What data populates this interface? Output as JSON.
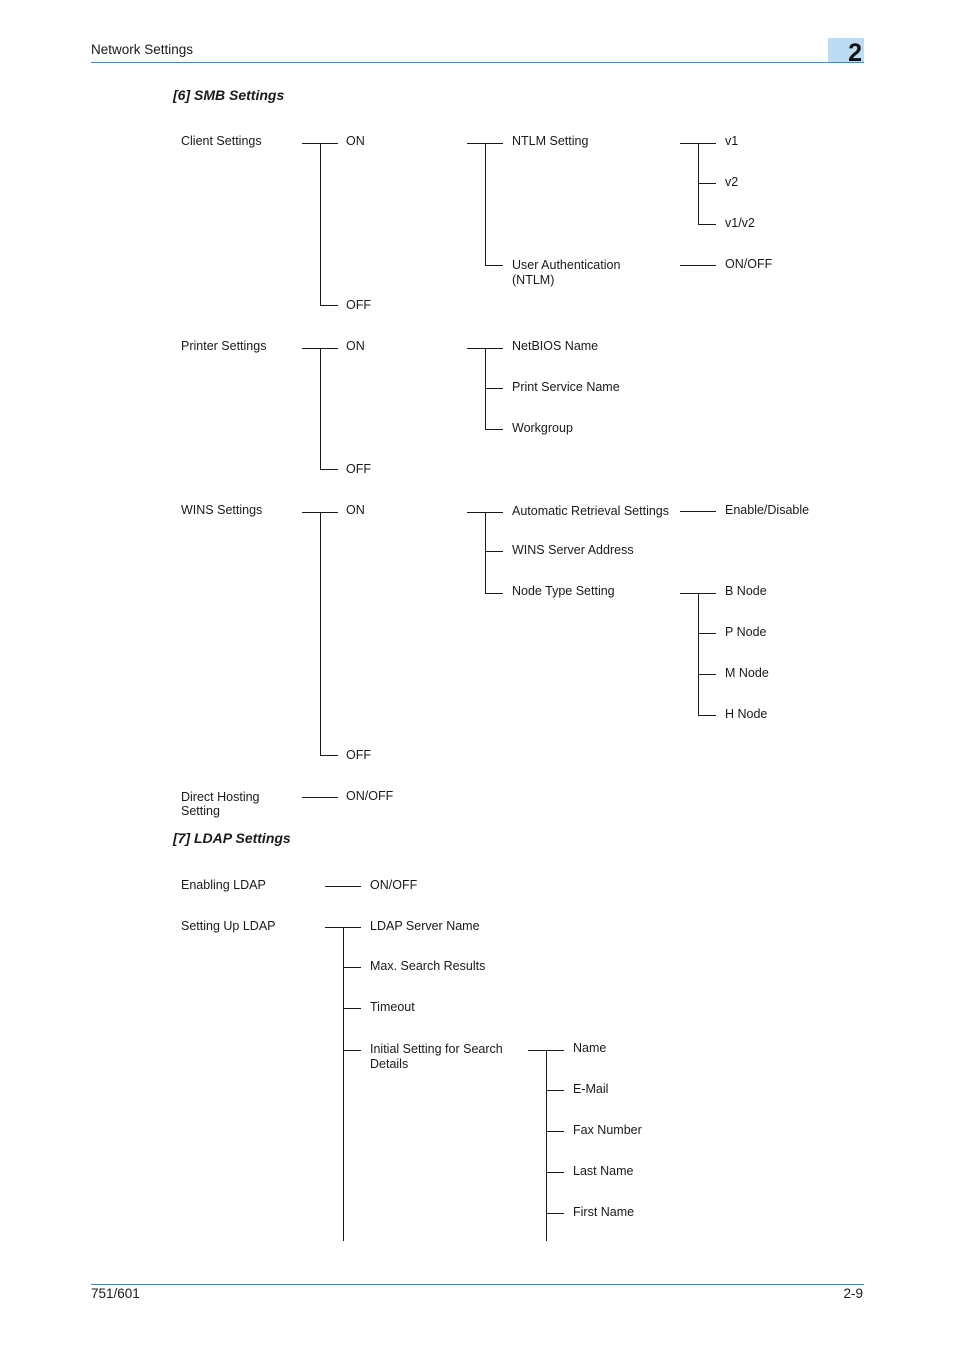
{
  "header": {
    "title": "Network Settings",
    "chapter": "2"
  },
  "footer": {
    "model": "751/601",
    "page": "2-9"
  },
  "smb": {
    "title": "[6] SMB Settings",
    "client": "Client Settings",
    "client_on": "ON",
    "client_off": "OFF",
    "ntlm_setting": "NTLM Setting",
    "v1": "v1",
    "v2": "v2",
    "v1v2": "v1/v2",
    "user_auth_1": "User Authentication",
    "user_auth_2": "(NTLM)",
    "user_auth_val": "ON/OFF",
    "printer": "Printer Settings",
    "printer_on": "ON",
    "printer_off": "OFF",
    "netbios": "NetBIOS Name",
    "print_service": "Print Service Name",
    "workgroup": "Workgroup",
    "wins": "WINS Settings",
    "wins_on": "ON",
    "wins_off": "OFF",
    "auto_retrieval": "Automatic Retrieval Settings",
    "auto_retrieval_val": "Enable/Disable",
    "wins_server": "WINS Server Address",
    "node_type": "Node Type Setting",
    "b_node": "B Node",
    "p_node": "P Node",
    "m_node": "M Node",
    "h_node": "H Node",
    "direct_1": "Direct Hosting",
    "direct_2": "Setting",
    "direct_val": "ON/OFF"
  },
  "ldap": {
    "title": "[7] LDAP Settings",
    "enabling": "Enabling LDAP",
    "enabling_val": "ON/OFF",
    "setup": "Setting Up LDAP",
    "server_name": "LDAP Server Name",
    "max_search": "Max. Search Results",
    "timeout": "Timeout",
    "initial_1": "Initial Setting for Search",
    "initial_2": "Details",
    "name": "Name",
    "email": "E-Mail",
    "fax": "Fax Number",
    "last_name": "Last Name",
    "first_name": "First Name"
  }
}
